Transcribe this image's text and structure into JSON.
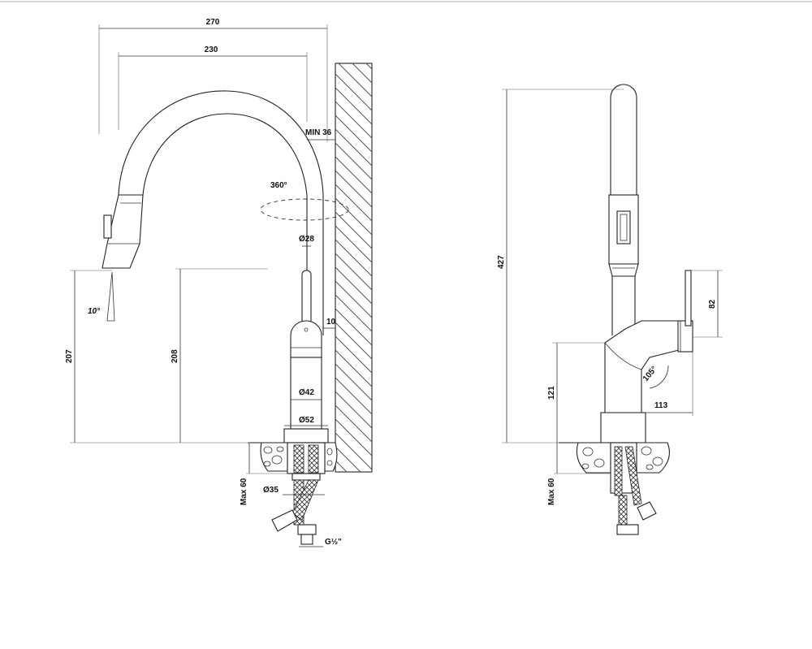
{
  "side_view": {
    "width_total": "270",
    "width_spout": "230",
    "min_wall": "MIN 36",
    "rotation": "360°",
    "diameter_body": "Ø28",
    "wall_offset": "10",
    "diameter_base": "Ø42",
    "diameter_flange": "Ø52",
    "height_spout": "207",
    "height_body": "208",
    "spray_angle": "10°",
    "max_thickness": "Max 60",
    "diameter_shank": "Ø35",
    "thread": "G½\""
  },
  "front_view": {
    "height_total": "427",
    "lever_height": "82",
    "body_height": "121",
    "lever_reach": "113",
    "lever_angle": "105°",
    "max_thickness": "Max 60"
  },
  "colors": {
    "line": "#222222",
    "hatch": "#444444",
    "background": "#ffffff"
  }
}
